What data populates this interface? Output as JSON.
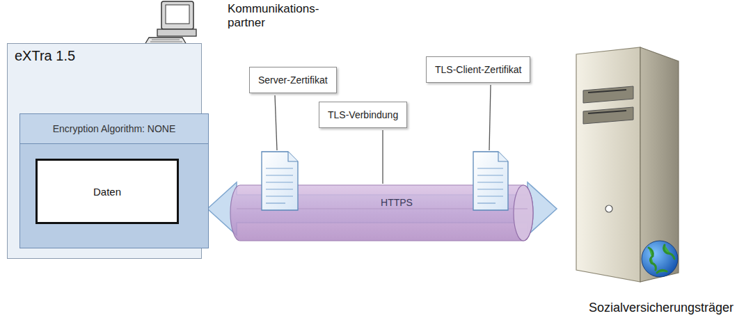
{
  "diagram": {
    "nodes": [
      {
        "text": [
          "eXTra 1.5"
        ]
      },
      {
        "text": [
          "Encryption Algorithm: NONE"
        ],
        "in": 0
      },
      {
        "text": [
          "Daten"
        ],
        "in": 1
      },
      {
        "text": [
          "Server-Zertifikat"
        ]
      },
      {
        "text": [
          "TLS-Verbindung"
        ]
      },
      {
        "text": [
          "TLS-Client-Zertifikat"
        ]
      },
      {
        "text": [
          "HTTPS"
        ]
      }
    ],
    "labels": [
      "Kommunikations- partner",
      "Sozialversicherungsträger"
    ]
  }
}
